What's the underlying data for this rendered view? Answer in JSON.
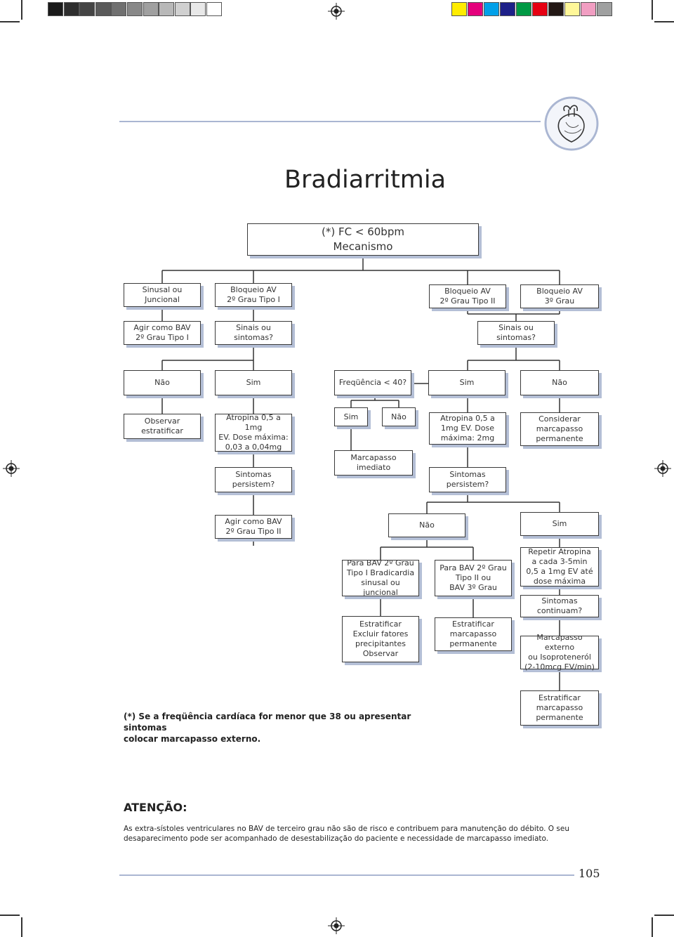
{
  "header": {
    "grayscale": [
      "#1a1a1a",
      "#2e2e2e",
      "#444444",
      "#5a5a5a",
      "#707070",
      "#888888",
      "#a0a0a0",
      "#b8b8b8",
      "#d0d0d0",
      "#e8e8e8",
      "#ffffff"
    ],
    "colors": [
      "#ffec00",
      "#e4007c",
      "#00a0e9",
      "#1d2088",
      "#009944",
      "#e60012",
      "#231815",
      "#fff799",
      "#f19ec2",
      "#9fa0a0"
    ],
    "heart_icon": "heart-anatomy-icon"
  },
  "title": "Bradiarritmia",
  "boxes": {
    "root": "(*) FC < 60bpm\nMecanismo",
    "sinusal": "Sinusal ou\nJuncional",
    "bav1": "Bloqueio AV\n2º Grau Tipo I",
    "bav2": "Bloqueio AV\n2º Grau Tipo II",
    "bav3": "Bloqueio AV\n3º Grau",
    "agir1": "Agir como BAV\n2º Grau Tipo I",
    "sinais1": "Sinais ou\nsintomas?",
    "sinais2": "Sinais ou\nsintomas?",
    "nao1": "Não",
    "sim1": "Sim",
    "freq": "Freqüência < 40?",
    "sim2": "Sim",
    "nao2": "Não",
    "observar": "Observar\nestratificar",
    "atropina1": "Atropina 0,5 a 1mg\nEV. Dose máxima:\n0,03 a 0,04mg",
    "sim3": "Sim",
    "nao3": "Não",
    "atropina2": "Atropina 0,5 a\n1mg EV. Dose\nmáxima: 2mg",
    "considerar": "Considerar\nmarcapasso\npermanente",
    "marcapasso_imediato": "Marcapasso\nimediato",
    "sintomas1": "Sintomas\npersistem?",
    "sintomas2": "Sintomas\npersistem?",
    "agir2": "Agir como BAV\n2º Grau Tipo II",
    "nao4": "Não",
    "sim4": "Sim",
    "para1": "Para BAV 2º Grau\nTipo I Bradicardia\nsinusal ou juncional",
    "para2": "Para BAV 2º Grau\nTipo II ou\nBAV 3º Grau",
    "repetir": "Repetir Atropina\na cada 3-5min\n0,5 a 1mg EV até\ndose máxima",
    "sintomas3": "Sintomas\ncontinuam?",
    "estratificar1": "Estratificar\nExcluir fatores\nprecipitantes\nObservar",
    "estratificar2": "Estratificar\nmarcapasso\npermanente",
    "marcapasso_externo": "Marcapasso externo\nou Isoproteneról\n(2-10mcg EV/min)",
    "estratificar3": "Estratificar\nmarcapasso\npermanente"
  },
  "footnote": "(*) Se a freqüência cardíaca for menor que 38 ou apresentar sintomas\ncolocar marcapasso externo.",
  "attention": {
    "heading": "ATENÇÃO:",
    "text": "As extra-sístoles ventriculares no BAV de terceiro grau não são de risco e contribuem para manutenção do débito. O seu desaparecimento pode ser acompanhado de desestabilização do paciente e necessidade de marcapasso imediato."
  },
  "page_number": "105"
}
